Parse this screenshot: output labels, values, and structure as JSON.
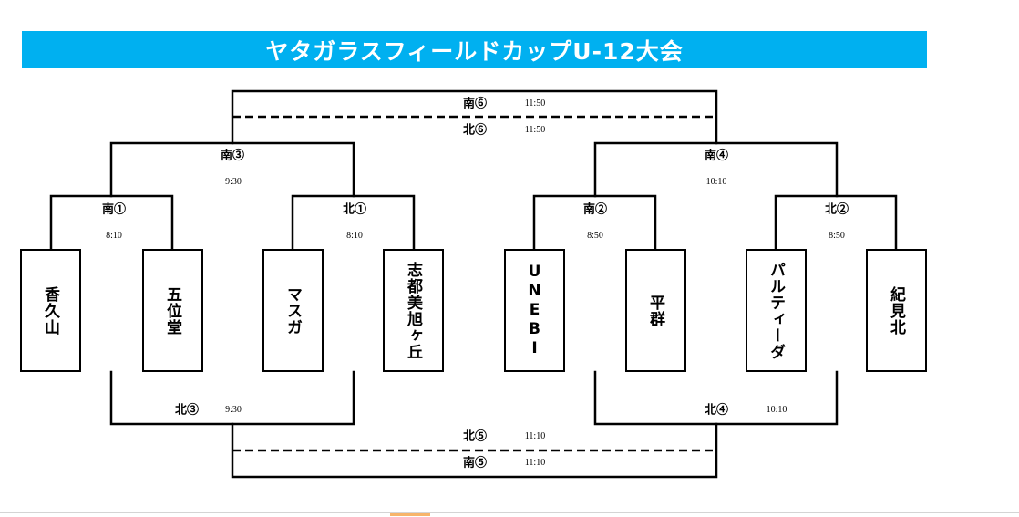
{
  "title": "ヤタガラスフィールドカップU-12大会",
  "colors": {
    "title_background": "#00b0f0",
    "title_text": "#ffffff",
    "bracket_lines": "#000000"
  },
  "teams": [
    {
      "name": "香久山"
    },
    {
      "name": "五位堂"
    },
    {
      "name": "マスガ"
    },
    {
      "name": "志都美旭ヶ丘"
    },
    {
      "name": "UNEBI"
    },
    {
      "name": "平群"
    },
    {
      "name": "パルティーダ"
    },
    {
      "name": "紀見北"
    }
  ],
  "matches": {
    "south1": {
      "label": "南①",
      "time": "8:10"
    },
    "north1": {
      "label": "北①",
      "time": "8:10"
    },
    "south2": {
      "label": "南②",
      "time": "8:50"
    },
    "north2": {
      "label": "北②",
      "time": "8:50"
    },
    "south3": {
      "label": "南③",
      "time": "9:30"
    },
    "south4": {
      "label": "南④",
      "time": "10:10"
    },
    "south6": {
      "label": "南⑥",
      "time": "11:50"
    },
    "north6": {
      "label": "北⑥",
      "time": "11:50"
    },
    "north3": {
      "label": "北③",
      "time": "9:30"
    },
    "north4": {
      "label": "北④",
      "time": "10:10"
    },
    "north5": {
      "label": "北⑤",
      "time": "11:10"
    },
    "south5": {
      "label": "南⑤",
      "time": "11:10"
    }
  }
}
